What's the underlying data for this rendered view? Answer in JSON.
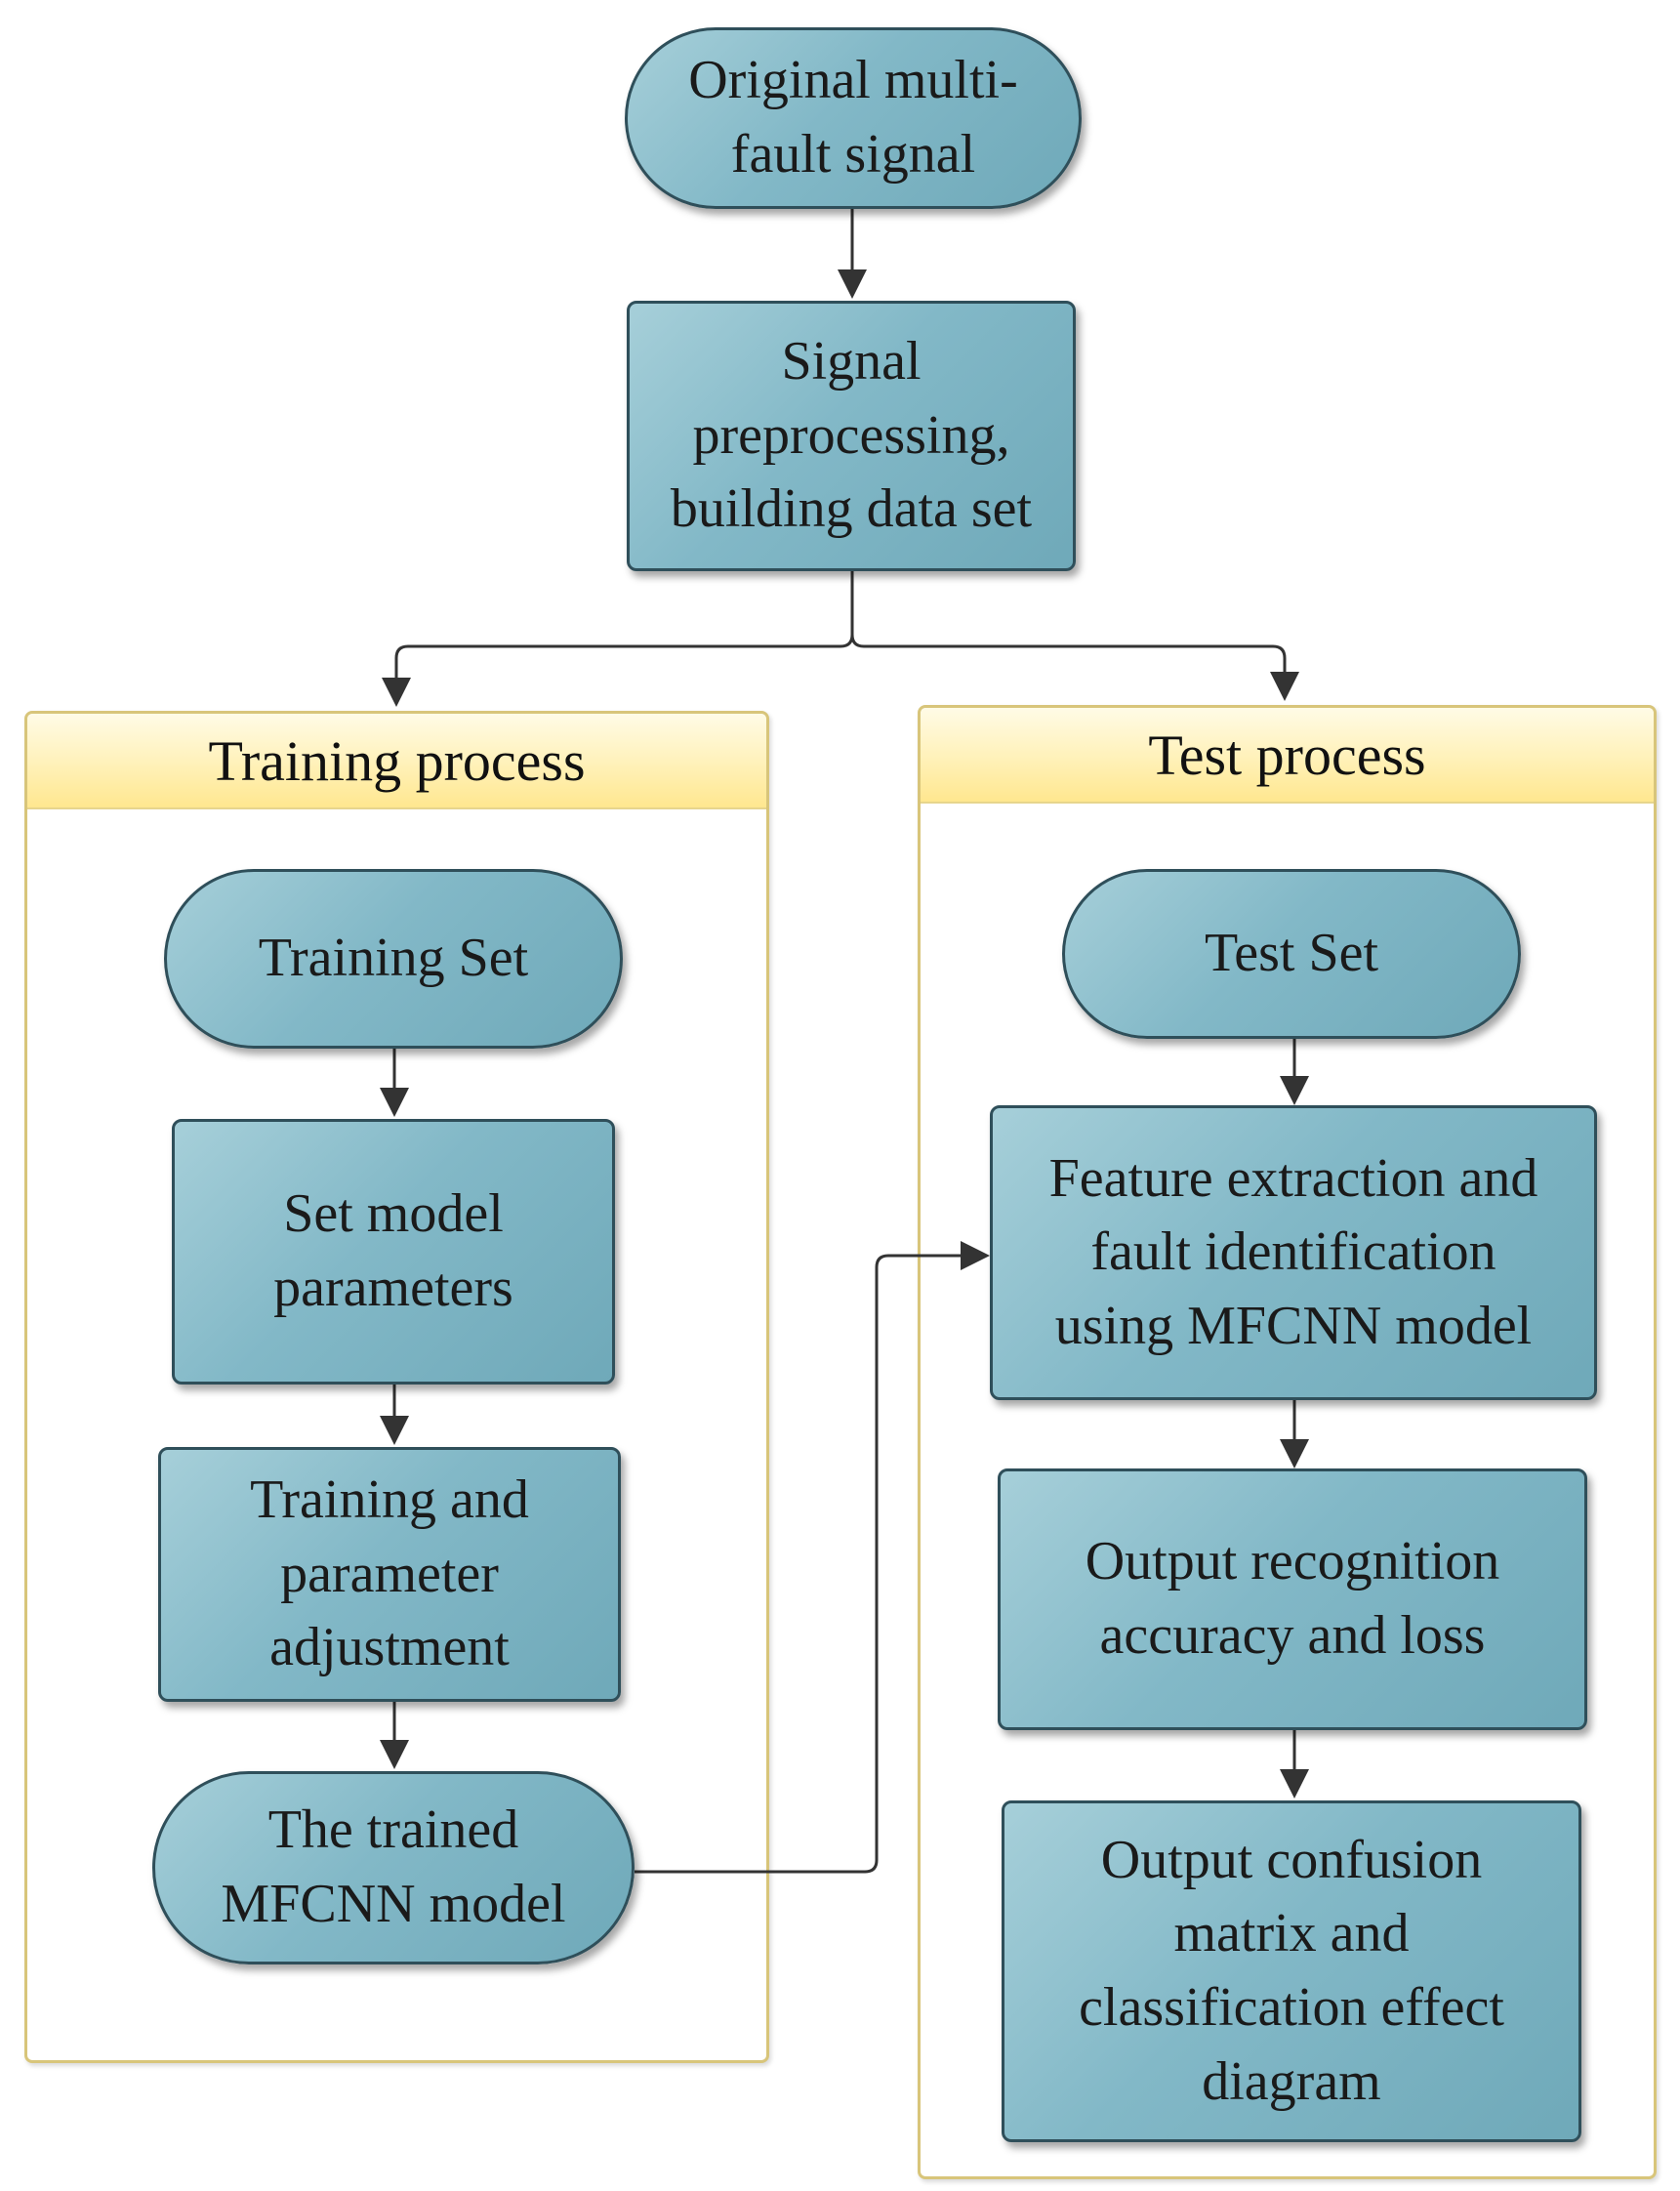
{
  "nodes": {
    "original_signal": "Original multi-\nfault signal",
    "preprocessing": "Signal\npreprocessing,\nbuilding data set",
    "training_set": "Training Set",
    "set_params": "Set model\nparameters",
    "training_adjust": "Training and\nparameter\nadjustment",
    "trained_model": "The trained\nMFCNN model",
    "test_set": "Test Set",
    "feature_extraction": "Feature extraction and\nfault identification\nusing MFCNN model",
    "output_accuracy": "Output recognition\naccuracy and loss",
    "output_confusion": "Output confusion\nmatrix and\nclassification effect\ndiagram"
  },
  "lanes": {
    "training": "Training process",
    "test": "Test process"
  },
  "colors": {
    "node_fill": "#82b8c7",
    "node_border": "#2f4f5a",
    "lane_border": "#d8c57a",
    "lane_header": "#fff1b8",
    "connector": "#333333"
  }
}
